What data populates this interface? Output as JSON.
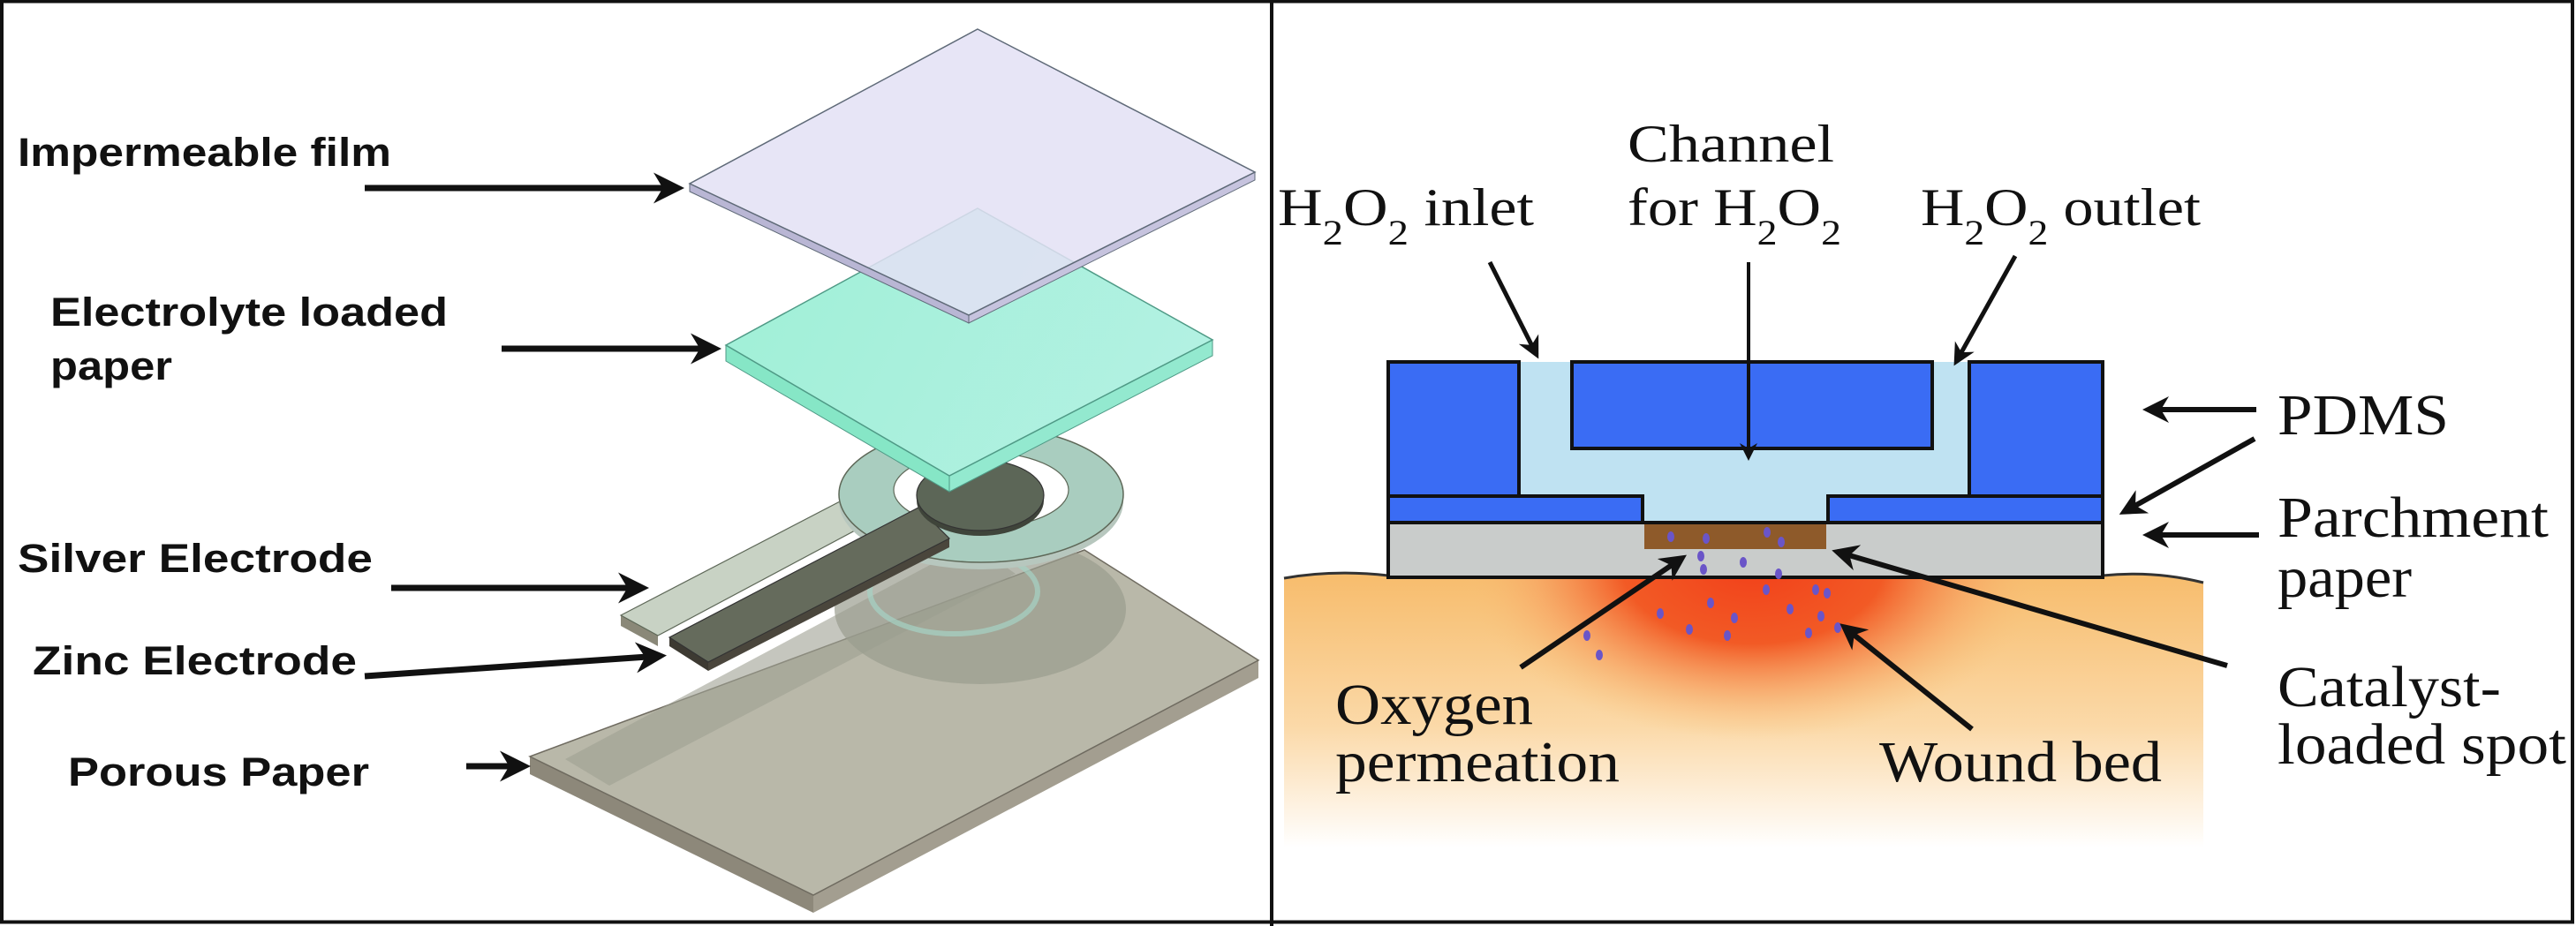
{
  "figure": {
    "panels": [
      {
        "id": "left",
        "title": "Paper-based battery exploded view",
        "labels": {
          "impermeable_film": "Impermeable film",
          "electrolyte_line1": "Electrolyte loaded",
          "electrolyte_line2": "paper",
          "silver_electrode": "Silver Electrode",
          "zinc_electrode": "Zinc Electrode",
          "porous_paper": "Porous Paper"
        },
        "colors": {
          "film": "#e4e2f6",
          "film_edge": "#b9b6d4",
          "electrolyte": "#a6f0dc",
          "electrolyte_edge": "#7fd8bd",
          "silver": "#c9cfbf",
          "zinc": "#5f6658",
          "ring": "#a9cdbf",
          "porous_top": "#b7b6a6",
          "porous_side": "#8d887a"
        }
      },
      {
        "id": "right",
        "title": "Oxygenating wound dressing cross-section",
        "labels": {
          "channel_line1": "Channel",
          "channel_line2_prefix": "for H",
          "h2o2_inlet_suffix": " inlet",
          "h2o2_outlet_suffix": " outlet",
          "sub2": "2",
          "H": "H",
          "O": "O",
          "pdms": "PDMS",
          "parchment_line1": "Parchment",
          "parchment_line2": "paper",
          "catalyst_line1": "Catalyst-",
          "catalyst_line2": "loaded spot",
          "oxygen_line1": "Oxygen",
          "oxygen_line2": "permeation",
          "wound_bed": "Wound bed"
        },
        "colors": {
          "pdms": "#3a6cf4",
          "channel": "#bfe2f2",
          "parchment": "#c9cccb",
          "catalyst": "#8e5a2a",
          "skin": "#f7c37a",
          "wound": "#f2401a",
          "oxygen_dots": "#6a55c8"
        }
      }
    ]
  }
}
